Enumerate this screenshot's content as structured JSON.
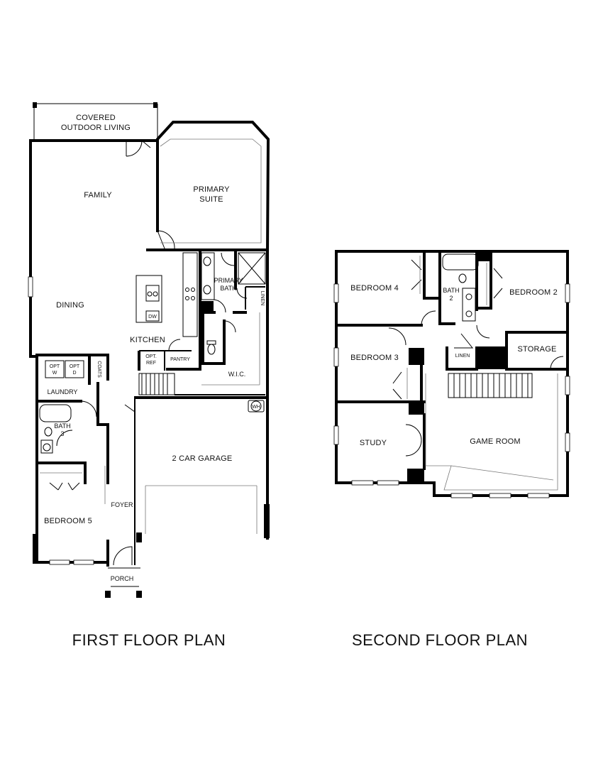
{
  "first_floor": {
    "title": "FIRST FLOOR PLAN",
    "rooms": {
      "covered_outdoor_1": "COVERED",
      "covered_outdoor_2": "OUTDOOR LIVING",
      "family": "FAMILY",
      "primary_suite_1": "PRIMARY",
      "primary_suite_2": "SUITE",
      "dining": "DINING",
      "kitchen": "KITCHEN",
      "primary_bath_1": "PRIMARY",
      "primary_bath_2": "BATH",
      "linen": "LINEN",
      "dw": "DW",
      "opt_ref_1": "OPT.",
      "opt_ref_2": "REF",
      "pantry": "PANTRY",
      "wic": "W.I.C.",
      "opt_w_1": "OPT",
      "opt_w_2": "W",
      "opt_d_1": "OPT",
      "opt_d_2": "D",
      "coats": "COATS",
      "laundry": "LAUNDRY",
      "wh": "WH",
      "bath3_1": "BATH",
      "bath3_2": "3",
      "garage": "2 CAR GARAGE",
      "foyer": "FOYER",
      "bedroom5": "BEDROOM 5",
      "porch": "PORCH"
    }
  },
  "second_floor": {
    "title": "SECOND FLOOR PLAN",
    "rooms": {
      "bedroom4": "BEDROOM 4",
      "bath2_1": "BATH",
      "bath2_2": "2",
      "bedroom2": "BEDROOM 2",
      "bedroom3": "BEDROOM 3",
      "linen": "LINEN",
      "storage": "STORAGE",
      "study": "STUDY",
      "game_room": "GAME ROOM"
    }
  }
}
